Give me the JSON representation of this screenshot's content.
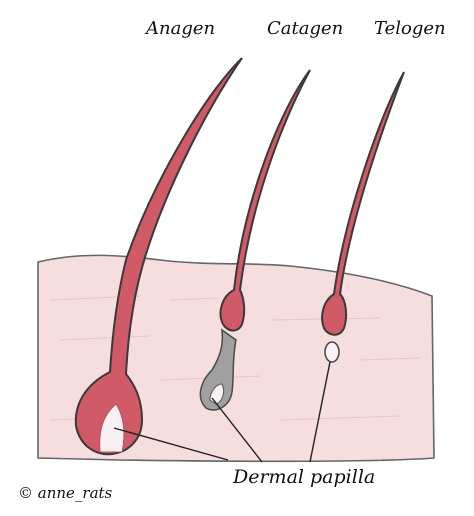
{
  "labels": {
    "anagen": "Anagen",
    "catagen": "Catagen",
    "telogen": "Telogen",
    "dermal_papilla": "Dermal papilla",
    "copyright": "© anne_rats"
  },
  "colors": {
    "skin_fill": "#f6dede",
    "skin_stroke": "#555555",
    "hair_fill": "#d05a66",
    "hair_stroke": "#3a3a3a",
    "papilla_fill": "#f8f0f2",
    "catagen_sheath": "#9e9e9e",
    "leader_line": "#222222"
  }
}
